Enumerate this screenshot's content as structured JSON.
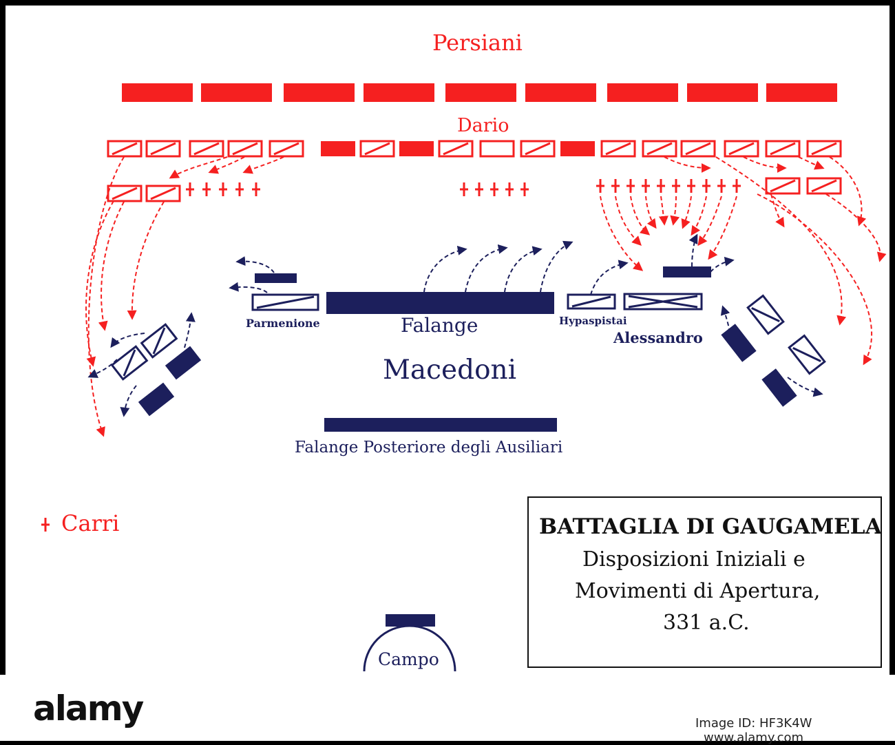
{
  "diagram": {
    "title_persians": "Persiani",
    "label_dario": "Dario",
    "label_parmenione": "Parmenione",
    "label_falange": "Falange",
    "label_hypaspistai": "Hypaspistai",
    "label_alessandro": "Alessandro",
    "title_macedoni": "Macedoni",
    "label_rear_phalanx": "Falange Posteriore degli Ausiliari",
    "legend_chariot": "Carri",
    "label_camp": "Campo",
    "colors": {
      "persian": "#f52020",
      "macedonian": "#1c1f5c",
      "publisher_mark": "#2e6b1e"
    }
  },
  "legend": {
    "title": "BATTAGLIA DI GAUGAMELA",
    "line1": "Disposizioni Iniziali e",
    "line2": "Movimenti di Apertura,",
    "line3": "331 a.C."
  },
  "footer": {
    "watermark": "alamy",
    "image_id": "Image ID: HF3K4W",
    "site": "www.alamy.com"
  }
}
